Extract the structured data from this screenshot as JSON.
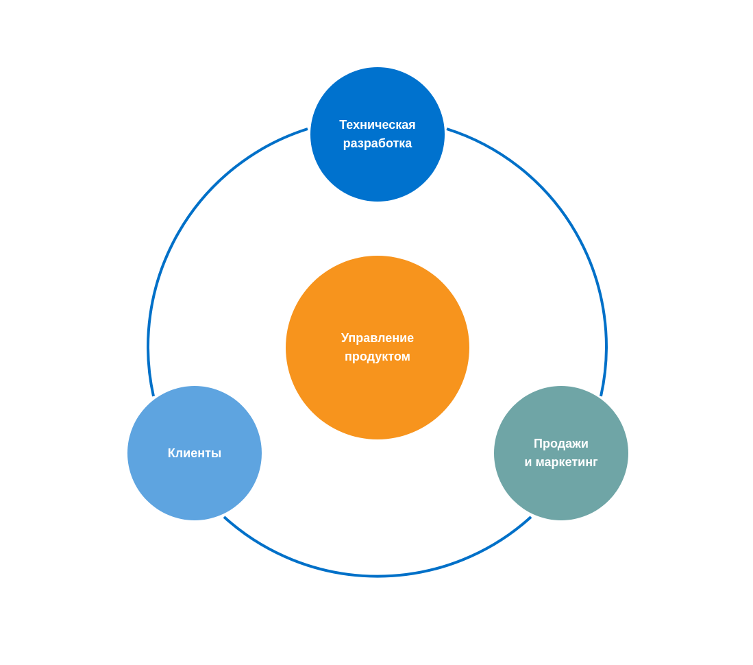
{
  "diagram": {
    "ring_color": "#0070C8",
    "nodes": {
      "top": {
        "label": "Техническая\nразработка",
        "color": "#0072CE"
      },
      "center": {
        "label": "Управление\nпродуктом",
        "color": "#F7941D"
      },
      "left": {
        "label": "Клиенты",
        "color": "#5EA4E0"
      },
      "right": {
        "label": "Продажи\nи маркетинг",
        "color": "#6FA5A6"
      }
    }
  }
}
